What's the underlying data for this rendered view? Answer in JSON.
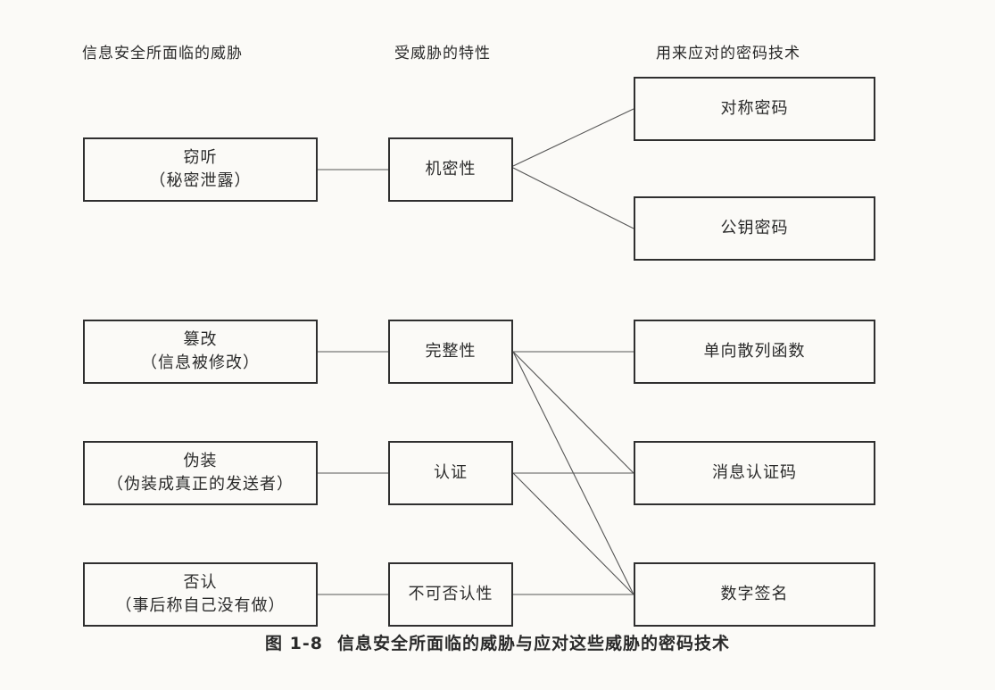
{
  "headers": {
    "threats": "信息安全所面临的威胁",
    "properties": "受威胁的特性",
    "techniques": "用来应对的密码技术"
  },
  "threats": [
    {
      "name": "窃听",
      "detail": "（秘密泄露）"
    },
    {
      "name": "篡改",
      "detail": "（信息被修改）"
    },
    {
      "name": "伪装",
      "detail": "（伪装成真正的发送者）"
    },
    {
      "name": "否认",
      "detail": "（事后称自己没有做）"
    }
  ],
  "properties": [
    "机密性",
    "完整性",
    "认证",
    "不可否认性"
  ],
  "techniques": [
    "对称密码",
    "公钥密码",
    "单向散列函数",
    "消息认证码",
    "数字签名"
  ],
  "connections": [
    {
      "threat": "窃听",
      "property": "机密性",
      "techniques": [
        "对称密码",
        "公钥密码"
      ]
    },
    {
      "threat": "篡改",
      "property": "完整性",
      "techniques": [
        "单向散列函数",
        "消息认证码",
        "数字签名"
      ]
    },
    {
      "threat": "伪装",
      "property": "认证",
      "techniques": [
        "消息认证码",
        "数字签名"
      ]
    },
    {
      "threat": "否认",
      "property": "不可否认性",
      "techniques": [
        "数字签名"
      ]
    }
  ],
  "caption": {
    "figure_number": "图 1-8",
    "title": "信息安全所面临的威胁与应对这些威胁的密码技术"
  }
}
